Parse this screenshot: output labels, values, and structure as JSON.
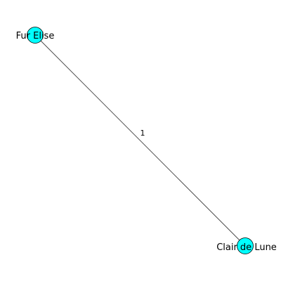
{
  "graph": {
    "nodes": [
      {
        "id": "fur-elise",
        "label": "Fur Elise",
        "color": "#00ffff"
      },
      {
        "id": "clair-de-lune",
        "label": "Clair de Lune",
        "color": "#00ffff"
      }
    ],
    "edges": [
      {
        "source": "fur-elise",
        "target": "clair-de-lune",
        "label": "1"
      }
    ]
  }
}
